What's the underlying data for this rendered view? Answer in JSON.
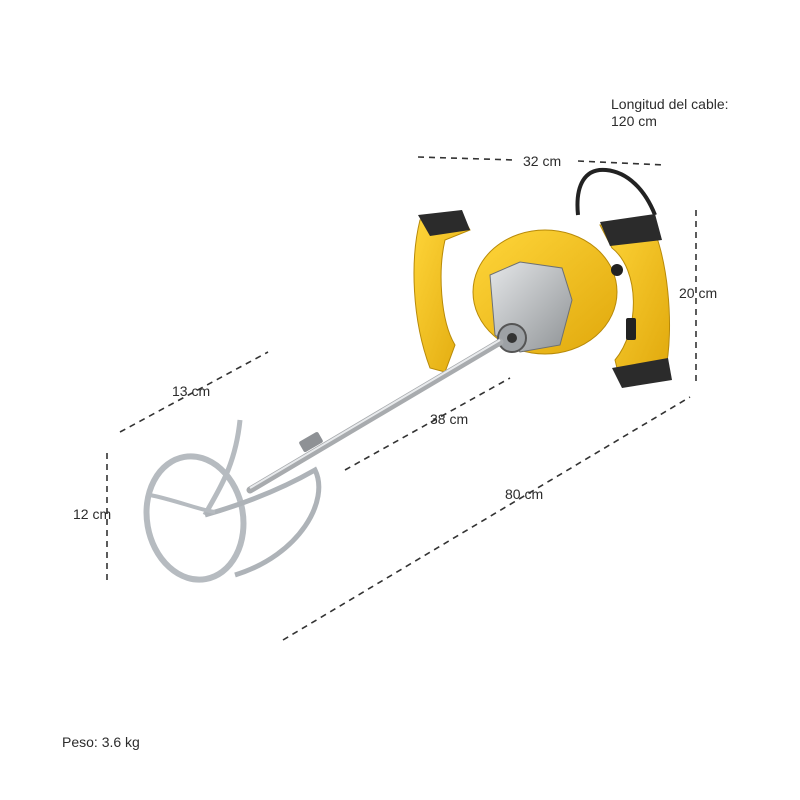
{
  "cable": {
    "label": "Longitud del cable:",
    "value": "120 cm"
  },
  "dimensions": {
    "width": "32 cm",
    "height": "20 cm",
    "paddle_width": "13 cm",
    "shaft_length": "38 cm",
    "total_length": "80 cm",
    "paddle_height": "12 cm"
  },
  "weight": "Peso: 3.6 kg",
  "colors": {
    "body_yellow": "#f2c21b",
    "grip_black": "#2b2b2b",
    "metal": "#b9bcc0",
    "dimension_line": "#333333"
  }
}
